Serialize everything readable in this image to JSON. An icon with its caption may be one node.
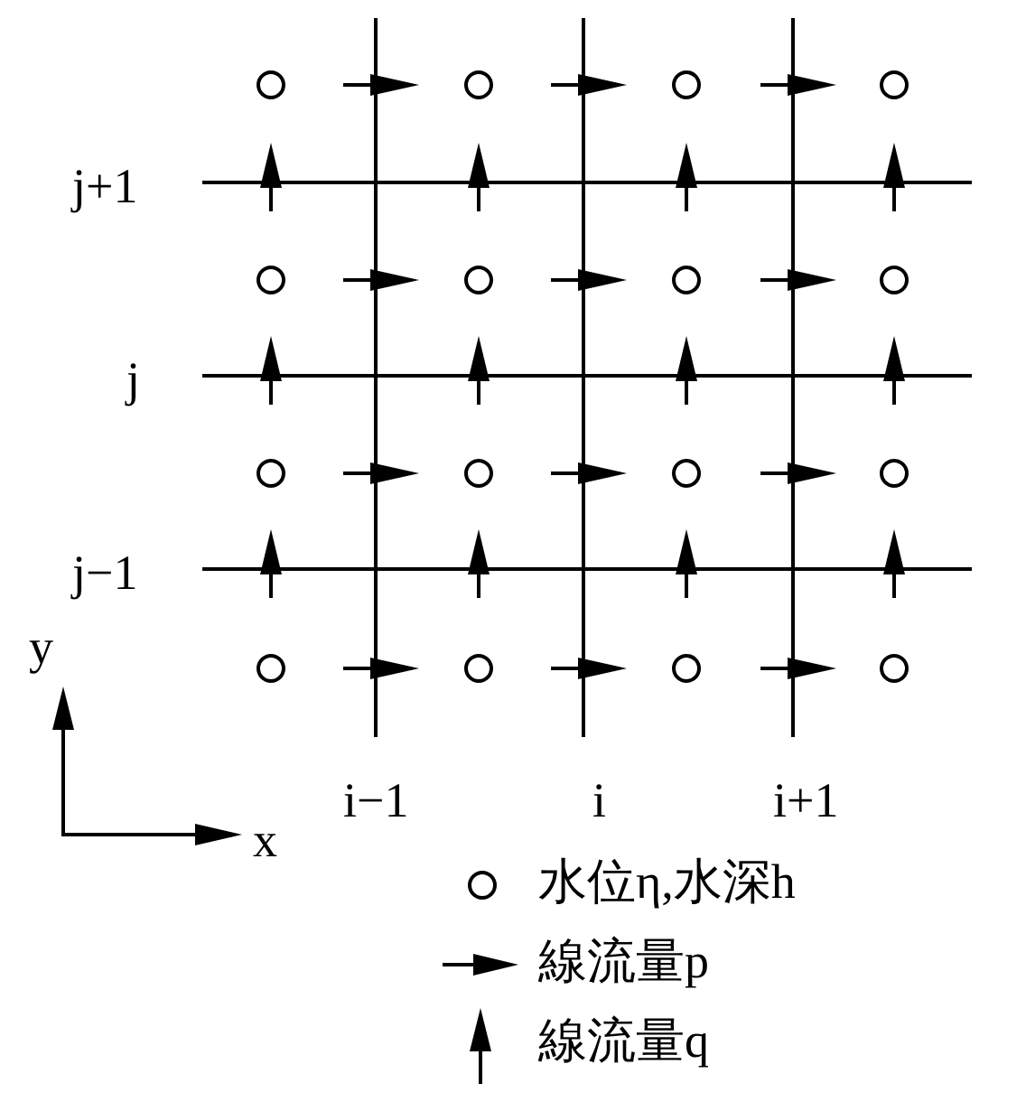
{
  "diagram": {
    "labels": [
      "j+1",
      "j",
      "j−1",
      "y",
      "x",
      "i−1",
      "i",
      "i+1"
    ],
    "legend": [
      {
        "text": "水位η,水深h"
      },
      {
        "text": "線流量p"
      },
      {
        "text": "線流量q"
      }
    ]
  }
}
